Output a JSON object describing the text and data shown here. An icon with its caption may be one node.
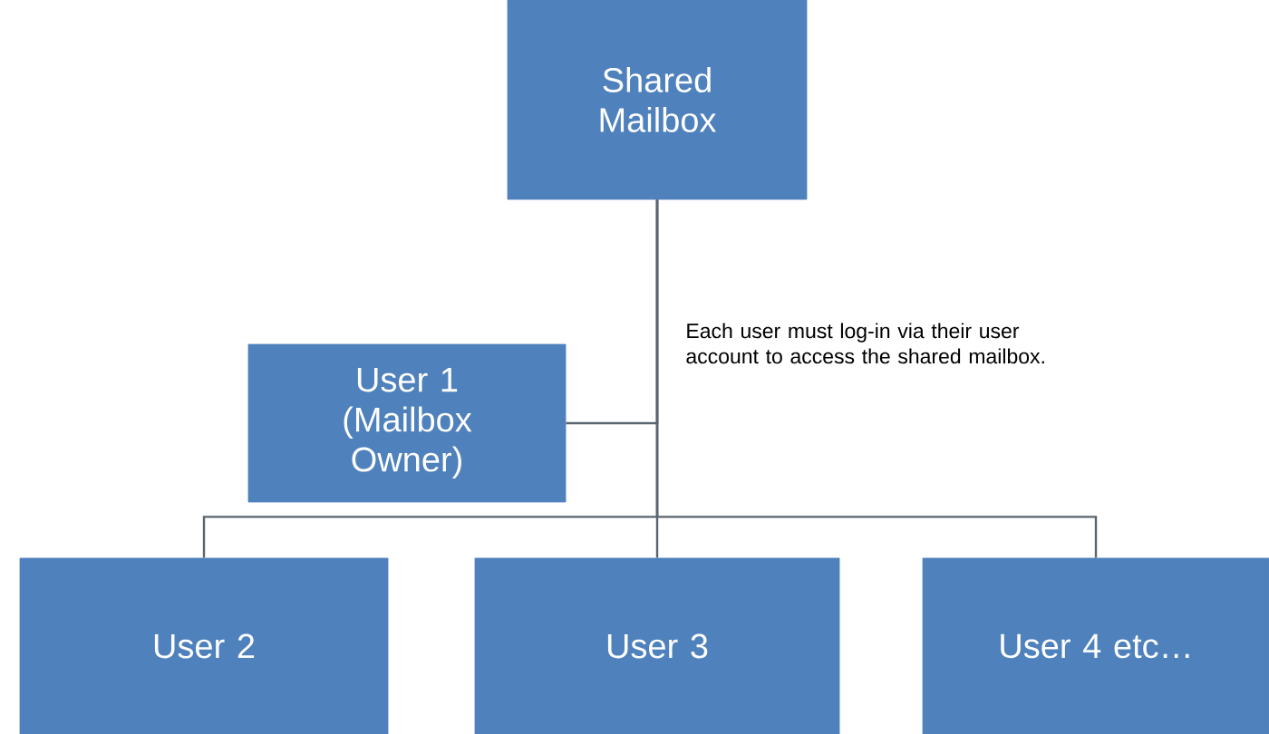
{
  "diagram": {
    "nodes": [
      {
        "text": [
          "Shared Mailbox"
        ]
      },
      {
        "text": [
          "User 1 (Mailbox Owner)"
        ]
      },
      {
        "text": [
          "User 2"
        ]
      },
      {
        "text": [
          "User 3"
        ]
      },
      {
        "text": [
          "User  4 etc…"
        ]
      }
    ],
    "edges": [
      {
        "from": 0,
        "to": 1,
        "arrow": "none"
      },
      {
        "from": 0,
        "to": 2,
        "arrow": "none"
      },
      {
        "from": 0,
        "to": 3,
        "arrow": "none"
      },
      {
        "from": 0,
        "to": 4,
        "arrow": "none"
      }
    ],
    "labels": [
      "Each user must log-in via their user account to access the shared mailbox."
    ]
  }
}
